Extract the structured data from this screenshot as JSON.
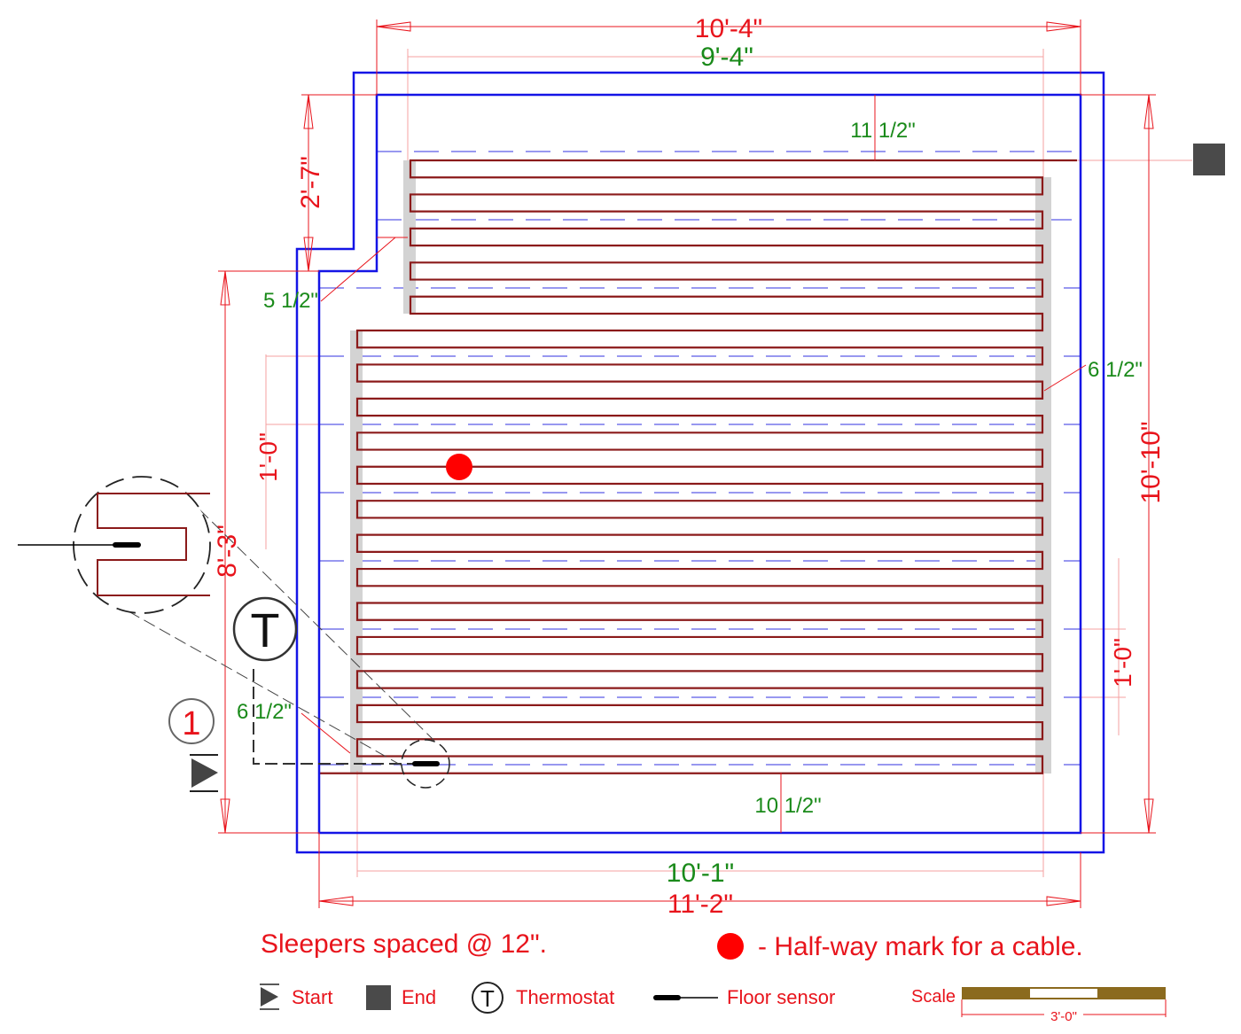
{
  "dimensions": {
    "top_outer": "10'-4\"",
    "top_inner": "9'-4\"",
    "bottom_inner": "10'-1\"",
    "bottom_outer": "11'-2\"",
    "left_notch": "2'-7\"",
    "left_lower": "8'-3\"",
    "right_total": "10'-10\"",
    "spacing_left": "1'-0\"",
    "spacing_right": "1'-0\"",
    "offset_top": "11 1/2\"",
    "offset_notch": "5 1/2\"",
    "offset_right": "6 1/2\"",
    "offset_left_bottom": "6 1/2\"",
    "offset_bottom": "10 1/2\""
  },
  "symbols": {
    "thermostat": "T",
    "zone_number": "1"
  },
  "notes": {
    "sleepers": "Sleepers spaced @ 12\".",
    "halfway": "- Half-way mark for a cable."
  },
  "legend": {
    "start": "Start",
    "end": "End",
    "thermostat_symbol": "T",
    "thermostat": "Thermostat",
    "floor_sensor": "Floor sensor",
    "scale": "Scale",
    "scale_length": "3'-0\""
  },
  "colors": {
    "wall": "#1414e6",
    "dimension": "#e8141c",
    "cable": "#8b1a1a",
    "sleeper": "#d3d3d3",
    "scale_bar": "#8b6a1e"
  }
}
